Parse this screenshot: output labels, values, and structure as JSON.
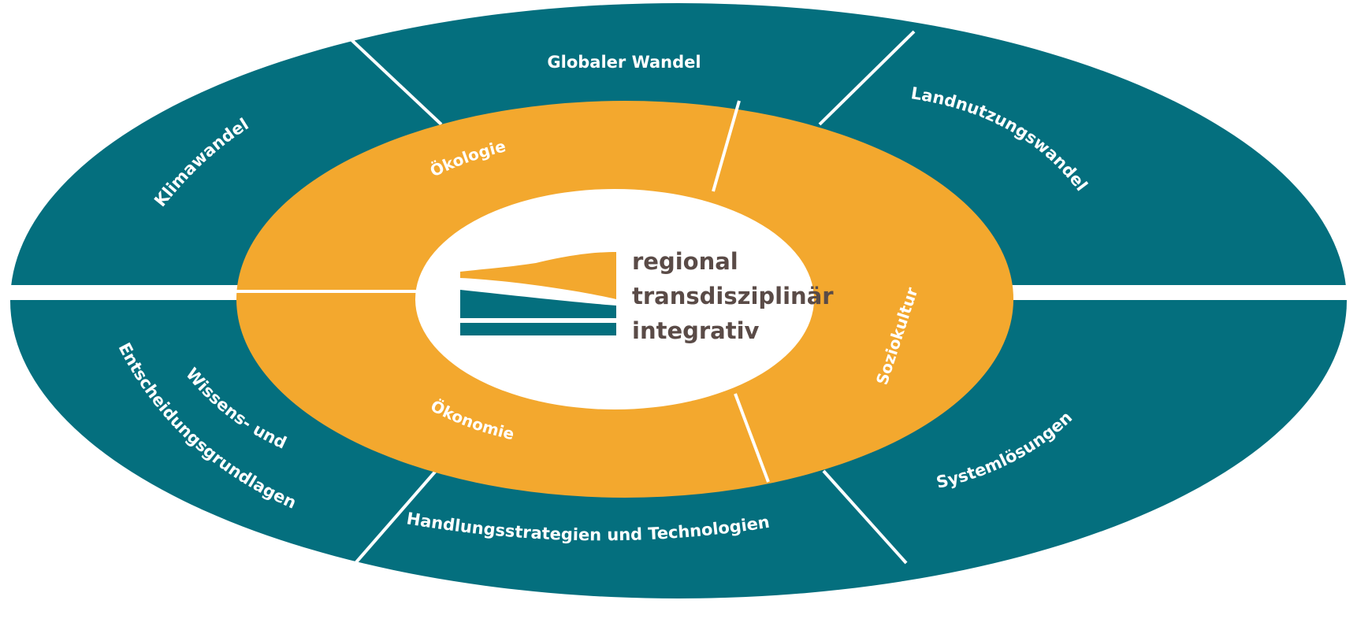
{
  "diagram": {
    "colors": {
      "outer_ring": "#046f7e",
      "inner_ring": "#f3a82e",
      "center": "#ffffff",
      "core_text": "#5a4b47",
      "background": "#ffffff"
    },
    "outer_segments": [
      {
        "label": "Globaler Wandel"
      },
      {
        "label": "Klimawandel"
      },
      {
        "label": "Landnutzungswandel"
      },
      {
        "label": "Wissens- und"
      },
      {
        "label": "Entscheidungsgrundlagen"
      },
      {
        "label": "Systemlösungen"
      },
      {
        "label": "Handlungsstrategien und Technologien"
      }
    ],
    "inner_segments": [
      {
        "label": "Ökologie"
      },
      {
        "label": "Soziokultur"
      },
      {
        "label": "Ökonomie"
      }
    ],
    "core": {
      "lines": [
        "regional",
        "transdisziplinär",
        "integrativ"
      ]
    }
  }
}
